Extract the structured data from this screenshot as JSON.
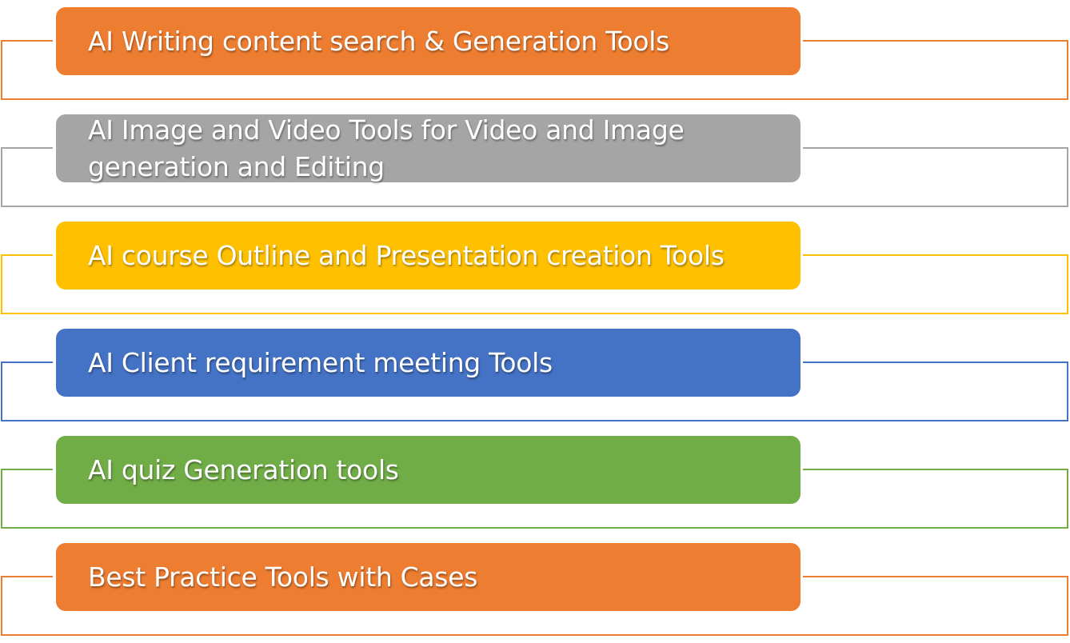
{
  "diagram": {
    "items": [
      {
        "label": "AI Writing content search & Generation Tools",
        "color": "#ED7D31"
      },
      {
        "label": "AI Image and Video Tools for Video and Image\ngeneration and Editing",
        "color": "#A5A5A5"
      },
      {
        "label": "AI course Outline and Presentation creation Tools",
        "color": "#FFC000"
      },
      {
        "label": "AI Client requirement meeting Tools",
        "color": "#4472C4"
      },
      {
        "label": "AI quiz Generation tools",
        "color": "#70AD47"
      },
      {
        "label": "Best Practice Tools with Cases",
        "color": "#ED7D31"
      }
    ]
  }
}
